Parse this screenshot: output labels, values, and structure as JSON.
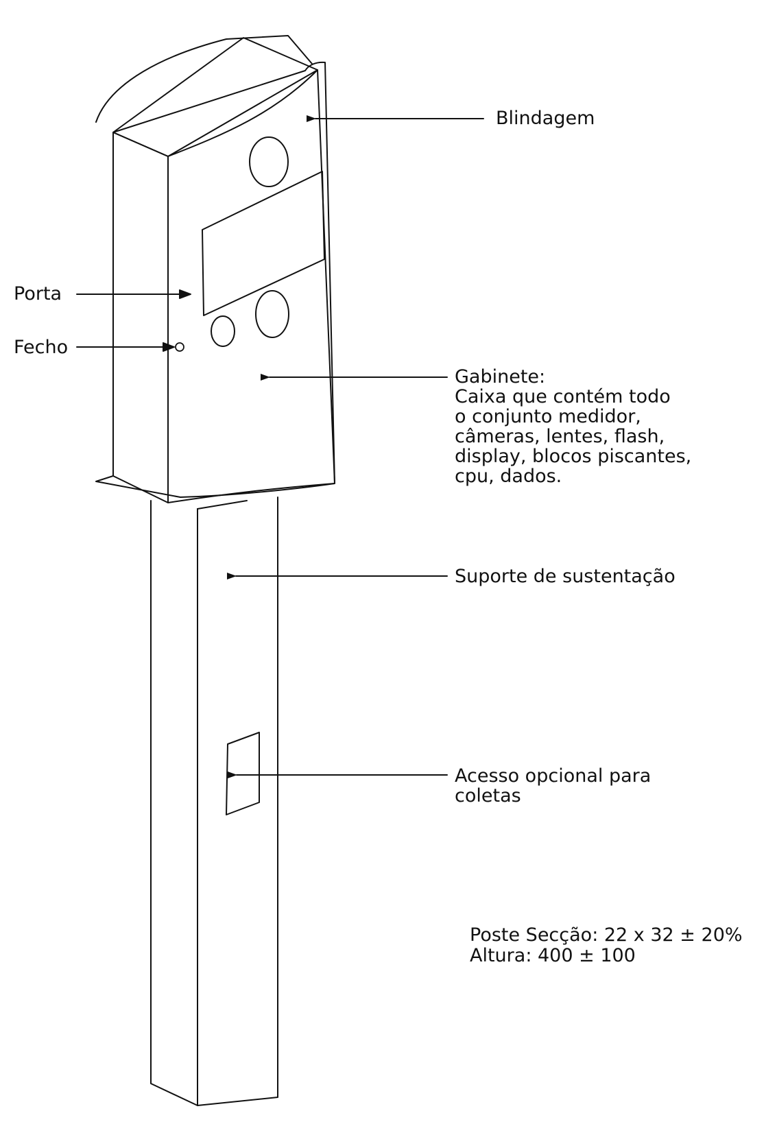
{
  "labels": {
    "blindagem": "Blindagem",
    "porta": "Porta",
    "fecho": "Fecho",
    "gabinete": {
      "lines": [
        "Gabinete:",
        "Caixa que contém todo",
        "o conjunto medidor,",
        "câmeras, lentes, flash,",
        "display, blocos piscantes,",
        "cpu, dados."
      ]
    },
    "suporte": "Suporte de sustentação",
    "acesso": {
      "lines": [
        "Acesso opcional para",
        "coletas"
      ]
    }
  },
  "specs": {
    "secao": "Poste Secção: 22 x 32 ± 20%",
    "altura": "Altura: 400 ± 100"
  }
}
